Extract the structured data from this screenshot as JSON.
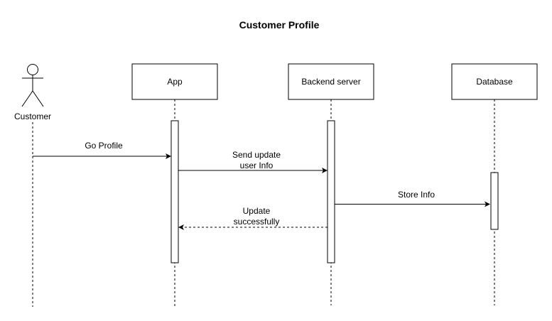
{
  "title": "Customer Profile",
  "actor": {
    "label": "Customer",
    "icon": "stick-figure-icon"
  },
  "participants": [
    {
      "id": "app",
      "label": "App"
    },
    {
      "id": "backend",
      "label": "Backend server"
    },
    {
      "id": "database",
      "label": "Database"
    }
  ],
  "messages": [
    {
      "from": "Customer",
      "to": "App",
      "lines": [
        "Go Profile"
      ],
      "style": "solid"
    },
    {
      "from": "App",
      "to": "Backend server",
      "lines": [
        "Send update",
        "user Info"
      ],
      "style": "solid"
    },
    {
      "from": "Backend server",
      "to": "Database",
      "lines": [
        "Store Info"
      ],
      "style": "solid"
    },
    {
      "from": "Backend server",
      "to": "App",
      "lines": [
        "Update",
        "successfully"
      ],
      "style": "dashed"
    }
  ],
  "colors": {
    "stroke": "#000000",
    "background": "#ffffff"
  }
}
